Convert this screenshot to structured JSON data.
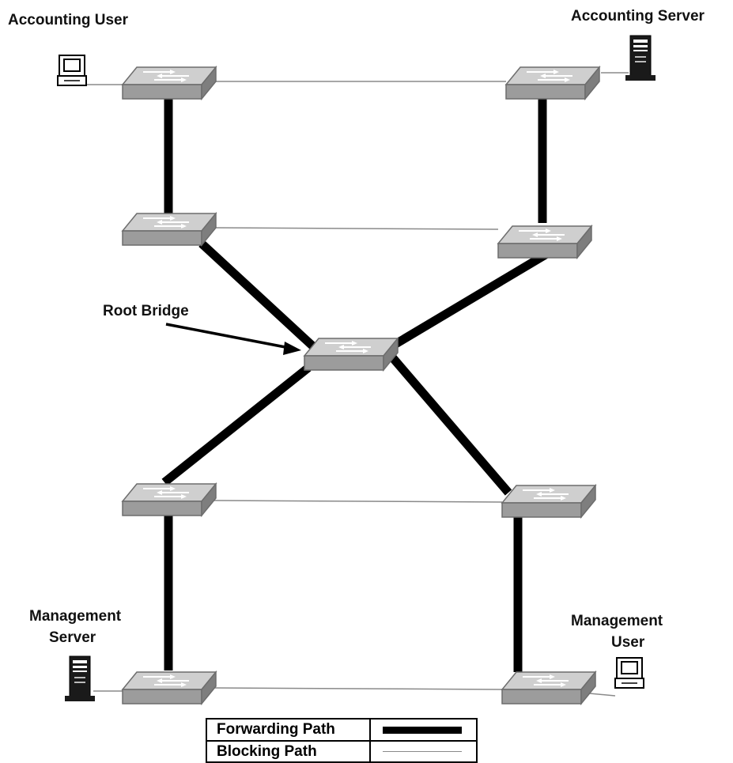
{
  "labels": {
    "accounting_user": "Accounting User",
    "accounting_server": "Accounting Server",
    "root_bridge": "Root Bridge",
    "management_server_line1": "Management",
    "management_server_line2": "Server",
    "management_user_line1": "Management",
    "management_user_line2": "User"
  },
  "legend": {
    "forwarding": "Forwarding Path",
    "blocking": "Blocking Path"
  },
  "colors": {
    "forwarding": "#000000",
    "blocking": "#8a8a8a",
    "switch_top": "#c9c9c9",
    "switch_side": "#9a9a9a"
  },
  "topology": {
    "switches": [
      "sw-acct-left",
      "sw-acct-right",
      "sw-dist-left",
      "sw-dist-right",
      "sw-root",
      "sw-mgmt-upper-left",
      "sw-mgmt-upper-right",
      "sw-mgmt-lower-left",
      "sw-mgmt-lower-right"
    ],
    "links": [
      {
        "from": "sw-acct-left",
        "to": "sw-acct-right",
        "state": "blocking"
      },
      {
        "from": "sw-acct-left",
        "to": "sw-dist-left",
        "state": "forwarding"
      },
      {
        "from": "sw-acct-right",
        "to": "sw-dist-right",
        "state": "forwarding"
      },
      {
        "from": "sw-dist-left",
        "to": "sw-dist-right",
        "state": "blocking"
      },
      {
        "from": "sw-dist-left",
        "to": "sw-root",
        "state": "forwarding"
      },
      {
        "from": "sw-dist-right",
        "to": "sw-root",
        "state": "forwarding"
      },
      {
        "from": "sw-root",
        "to": "sw-mgmt-upper-left",
        "state": "forwarding"
      },
      {
        "from": "sw-root",
        "to": "sw-mgmt-upper-right",
        "state": "forwarding"
      },
      {
        "from": "sw-mgmt-upper-left",
        "to": "sw-mgmt-upper-right",
        "state": "blocking"
      },
      {
        "from": "sw-mgmt-upper-left",
        "to": "sw-mgmt-lower-left",
        "state": "forwarding"
      },
      {
        "from": "sw-mgmt-upper-right",
        "to": "sw-mgmt-lower-right",
        "state": "forwarding"
      },
      {
        "from": "sw-mgmt-lower-left",
        "to": "sw-mgmt-lower-right",
        "state": "blocking"
      }
    ]
  }
}
